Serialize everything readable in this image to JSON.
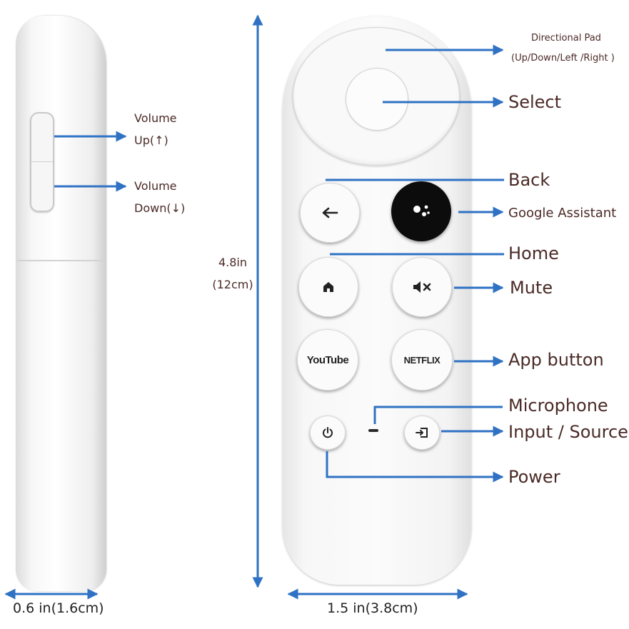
{
  "dimensions": {
    "height": "4.8in",
    "height_cm": "(12cm)",
    "side_width": "0.6 in(1.6cm)",
    "front_width": "1.5 in(3.8cm)"
  },
  "side_labels": {
    "volume_up_line1": "Volume",
    "volume_up_line2": "Up(↑)",
    "volume_down_line1": "Volume",
    "volume_down_line2": "Down(↓)"
  },
  "callouts": {
    "dpad_line1": "Directional Pad",
    "dpad_line2": "(Up/Down/Left /Right )",
    "select": "Select",
    "back": "Back",
    "google_assistant": "Google Assistant",
    "home": "Home",
    "mute": "Mute",
    "app_button": "App button",
    "microphone": "Microphone",
    "input_source": "Input / Source",
    "power": "Power"
  },
  "buttons": {
    "youtube": "YouTube",
    "netflix": "NETFLIX"
  },
  "colors": {
    "arrow": "#2f72c4",
    "remote_body": "#f4f4f4",
    "assistant_button": "#0c0c0c"
  },
  "icons": {
    "back": "left-arrow-icon",
    "assistant": "google-assistant-dots-icon",
    "home": "home-icon",
    "mute": "mute-icon",
    "power": "power-icon",
    "input": "input-source-icon"
  }
}
